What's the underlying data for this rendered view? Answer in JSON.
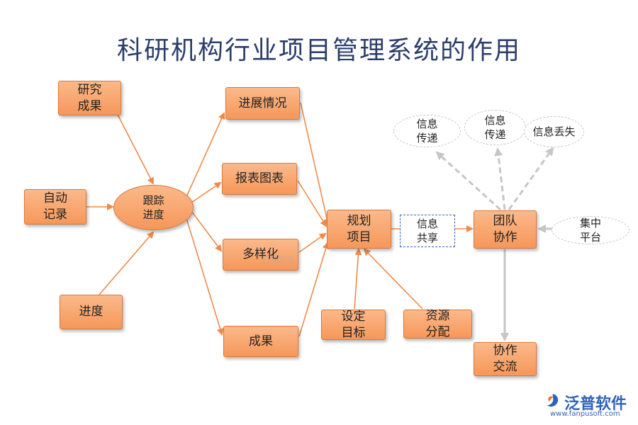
{
  "title": "科研机构行业项目管理系统的作用",
  "nodes": {
    "research_results": "研究\n成果",
    "auto_record": "自动\n记录",
    "progress": "进度",
    "track_progress": "跟踪\n进度",
    "progress_status": "进展情况",
    "report_charts": "报表图表",
    "diversify": "多样化",
    "results": "成果",
    "plan_project": "规划\n项目",
    "set_target": "设定\n目标",
    "resource_allocation": "资源\n分配",
    "info_share": "信息\n共享",
    "team_collab": "团队\n协作",
    "collab_exchange": "协作\n交流",
    "info_transfer_1": "信息\n传递",
    "info_transfer_2": "信息\n传递",
    "info_loss": "信息丢失",
    "central_platform": "集中\n平台"
  },
  "watermark": "泛普软件",
  "logo": {
    "name": "泛普软件",
    "url": "www.fanpusoft.com"
  },
  "colors": {
    "node_fill": "#f6975a",
    "node_border": "#d9793c",
    "arrow_orange": "#f08a47",
    "arrow_gray": "#c6c6c6",
    "title": "#2c3e6b",
    "brand_blue": "#2f63b9"
  }
}
